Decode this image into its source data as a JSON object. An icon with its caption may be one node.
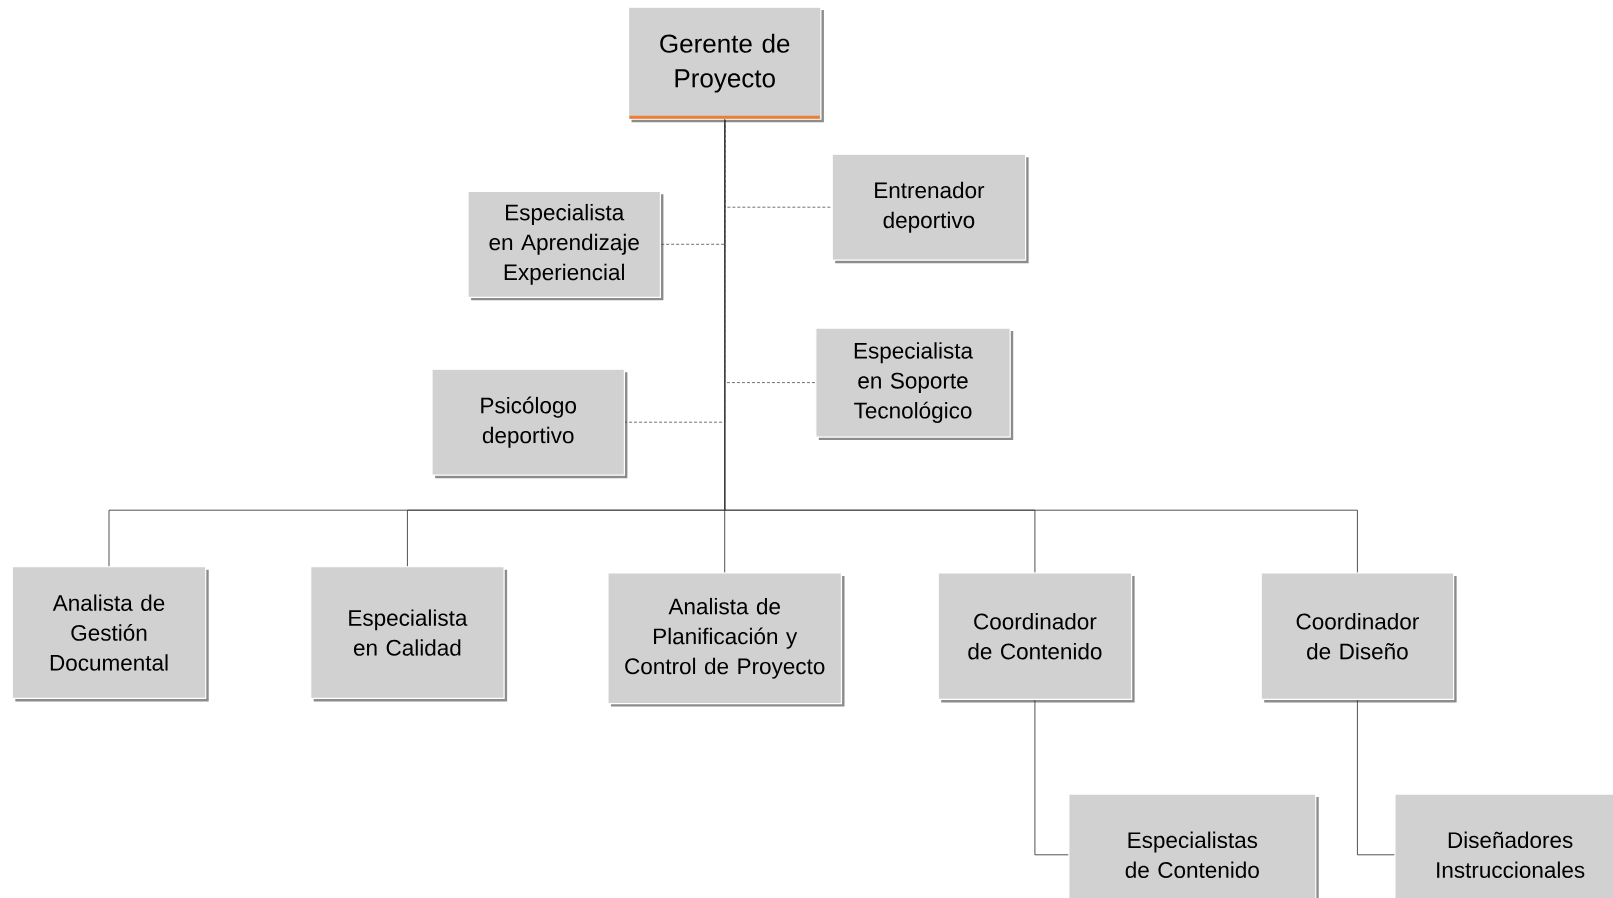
{
  "diagram": {
    "nodes": [
      {
        "text": [
          "Gerente de Proyecto"
        ]
      },
      {
        "text": [
          "Entrenador deportivo"
        ]
      },
      {
        "text": [
          "Especialista en Aprendizaje Experiencial"
        ]
      },
      {
        "text": [
          "Especialista en Soporte Tecnológico"
        ]
      },
      {
        "text": [
          "Psicólogo deportivo"
        ]
      },
      {
        "text": [
          "Analista de Gestión Documental"
        ]
      },
      {
        "text": [
          "Especialista en Calidad"
        ]
      },
      {
        "text": [
          "Analista de Planificación y Control de Proyecto"
        ]
      },
      {
        "text": [
          "Coordinador de Contenido"
        ]
      },
      {
        "text": [
          "Coordinador de Diseño"
        ]
      },
      {
        "text": [
          "Especialistas de Contenido"
        ]
      },
      {
        "text": [
          "Diseñadores Instruccionales"
        ]
      }
    ],
    "edges": [
      {
        "from": 0,
        "to": 1,
        "arrow": "none",
        "style": "dashed"
      },
      {
        "from": 0,
        "to": 2,
        "arrow": "none",
        "style": "dashed"
      },
      {
        "from": 0,
        "to": 3,
        "arrow": "none",
        "style": "dashed"
      },
      {
        "from": 0,
        "to": 4,
        "arrow": "none",
        "style": "dashed"
      },
      {
        "from": 0,
        "to": 5,
        "arrow": "none"
      },
      {
        "from": 0,
        "to": 6,
        "arrow": "none"
      },
      {
        "from": 0,
        "to": 7,
        "arrow": "none"
      },
      {
        "from": 0,
        "to": 8,
        "arrow": "none"
      },
      {
        "from": 0,
        "to": 9,
        "arrow": "none"
      },
      {
        "from": 8,
        "to": 10,
        "arrow": "none"
      },
      {
        "from": 9,
        "to": 11,
        "arrow": "none"
      }
    ]
  }
}
